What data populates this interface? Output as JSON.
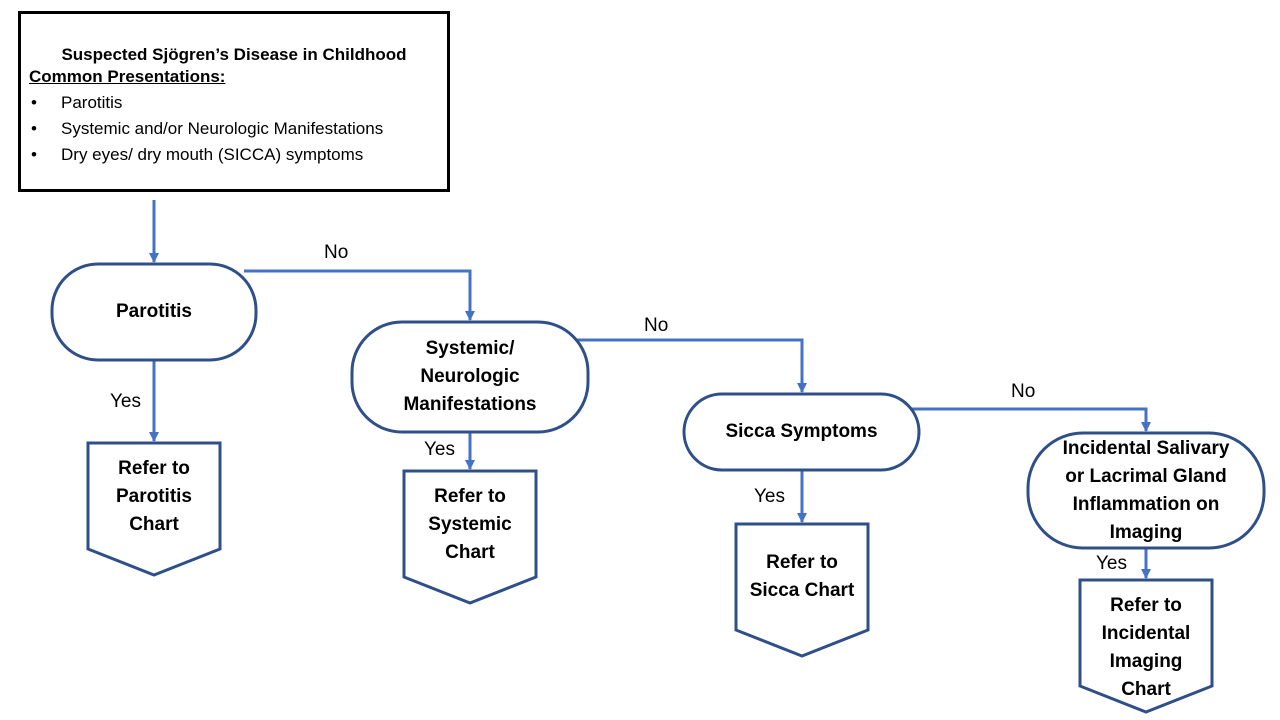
{
  "start": {
    "title": "Suspected Sjögren’s Disease in Childhood",
    "subhead": "Common Presentations:",
    "items": [
      "Parotitis",
      "Systemic and/or Neurologic Manifestations",
      "Dry eyes/ dry mouth (SICCA) symptoms"
    ]
  },
  "decisions": [
    {
      "label": "Parotitis"
    },
    {
      "label": "Systemic/\nNeurologic\nManifestations"
    },
    {
      "label": "Sicca Symptoms"
    },
    {
      "label": "Incidental Salivary\nor Lacrimal Gland\nInflammation on\nImaging"
    }
  ],
  "outcomes": [
    {
      "label": "Refer to\nParotitis\nChart"
    },
    {
      "label": "Refer to\nSystemic\nChart"
    },
    {
      "label": "Refer to\nSicca Chart"
    },
    {
      "label": "Refer to\nIncidental\nImaging\nChart"
    }
  ],
  "edge_labels": {
    "no_1": "No",
    "no_2": "No",
    "no_3": "No",
    "yes_1": "Yes",
    "yes_2": "Yes",
    "yes_3": "Yes",
    "yes_4": "Yes"
  },
  "colors": {
    "node_border": "#2f4f88",
    "arrow": "#4472c4",
    "start_border": "#000000"
  }
}
